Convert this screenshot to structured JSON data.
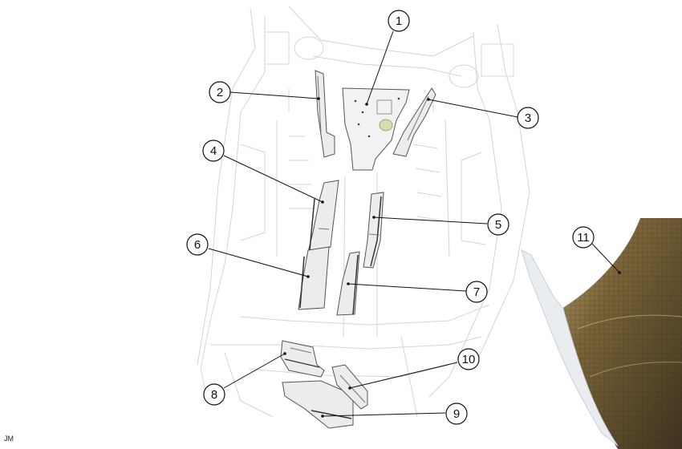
{
  "callouts": [
    {
      "id": "1",
      "label": "1"
    },
    {
      "id": "2",
      "label": "2"
    },
    {
      "id": "3",
      "label": "3"
    },
    {
      "id": "4",
      "label": "4"
    },
    {
      "id": "5",
      "label": "5"
    },
    {
      "id": "6",
      "label": "6"
    },
    {
      "id": "7",
      "label": "7"
    },
    {
      "id": "8",
      "label": "8"
    },
    {
      "id": "9",
      "label": "9"
    },
    {
      "id": "10",
      "label": "10"
    },
    {
      "id": "11",
      "label": "11"
    }
  ],
  "footer": {
    "initials": "JM"
  },
  "colors": {
    "line": "#111111",
    "ghost": "#cfcfcf",
    "part_fill": "#ededed",
    "part_stroke": "#555555",
    "insulation_dark": "#6e5a33",
    "insulation_edge": "#e8ebef"
  }
}
